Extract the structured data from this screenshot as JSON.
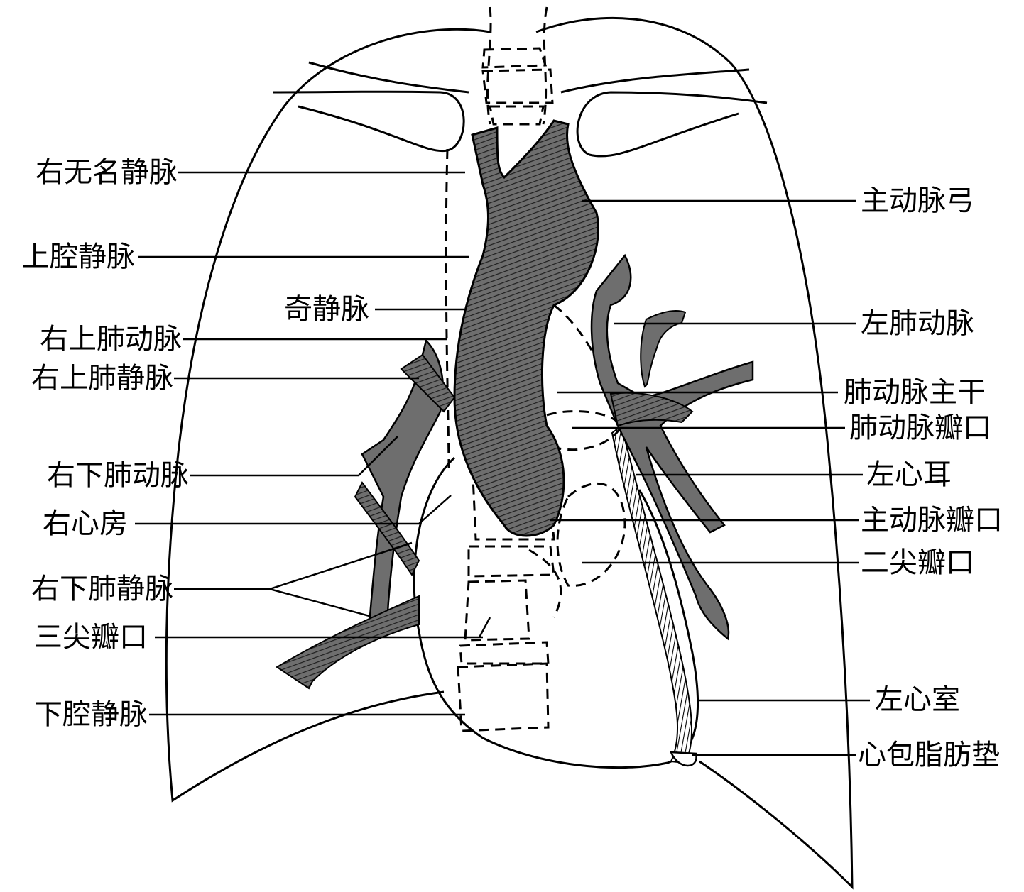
{
  "colors": {
    "outline": "#000000",
    "vessel_fill": "#6e6e6e",
    "hatch": "#2e2e2e",
    "background": "#ffffff"
  },
  "labels_left": [
    {
      "id": "right-brachiocephalic-vein",
      "text": "右无名静脉"
    },
    {
      "id": "superior-vena-cava",
      "text": "上腔静脉"
    },
    {
      "id": "azygos-vein",
      "text": "奇静脉"
    },
    {
      "id": "right-upper-pulmonary-artery",
      "text": "右上肺动脉"
    },
    {
      "id": "right-upper-pulmonary-vein",
      "text": "右上肺静脉"
    },
    {
      "id": "right-lower-pulmonary-artery",
      "text": "右下肺动脉"
    },
    {
      "id": "right-atrium",
      "text": "右心房"
    },
    {
      "id": "right-lower-pulmonary-vein",
      "text": "右下肺静脉"
    },
    {
      "id": "tricuspid-valve",
      "text": "三尖瓣口"
    },
    {
      "id": "inferior-vena-cava",
      "text": "下腔静脉"
    }
  ],
  "labels_right": [
    {
      "id": "aortic-arch",
      "text": "主动脉弓"
    },
    {
      "id": "left-pulmonary-artery",
      "text": "左肺动脉"
    },
    {
      "id": "pulmonary-trunk",
      "text": "肺动脉主干"
    },
    {
      "id": "pulmonary-valve",
      "text": "肺动脉瓣口"
    },
    {
      "id": "left-auricle",
      "text": "左心耳"
    },
    {
      "id": "aortic-valve",
      "text": "主动脉瓣口"
    },
    {
      "id": "mitral-valve",
      "text": "二尖瓣口"
    },
    {
      "id": "left-ventricle",
      "text": "左心室"
    },
    {
      "id": "pericardial-fat-pad",
      "text": "心包脂肪垫"
    }
  ]
}
